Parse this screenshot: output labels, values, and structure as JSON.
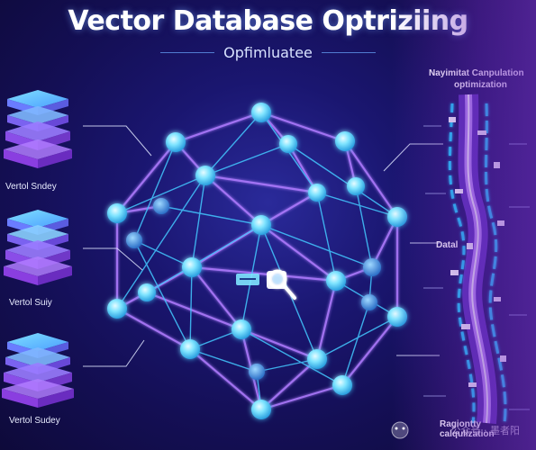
{
  "header": {
    "title": "Vector Database Optriziing",
    "subtitle": "Opfimluatee"
  },
  "left_panel": {
    "stacks": [
      {
        "label": "Vertol Sndey"
      },
      {
        "label": "Vertol Suiy"
      },
      {
        "label": "Vertol Sudey"
      }
    ]
  },
  "right_panel": {
    "heading_line1": "Nayimitat Canpulation",
    "heading_line2": "optimization",
    "data_label": "Datal",
    "bottom_label": "Ragiontty calqulization"
  },
  "center": {
    "search_icon": "magnifier-icon"
  },
  "watermark": "公众号 · 墨者阳",
  "colors": {
    "node_fill": "#7fe4ff",
    "edge_purple": "#b07cff",
    "edge_cyan": "#43c8ff",
    "stack_top": "#5fc8ff",
    "stack_bottom": "#9a5cff",
    "accent_cyan": "#19d8ff",
    "accent_purple": "#8e4bff"
  }
}
